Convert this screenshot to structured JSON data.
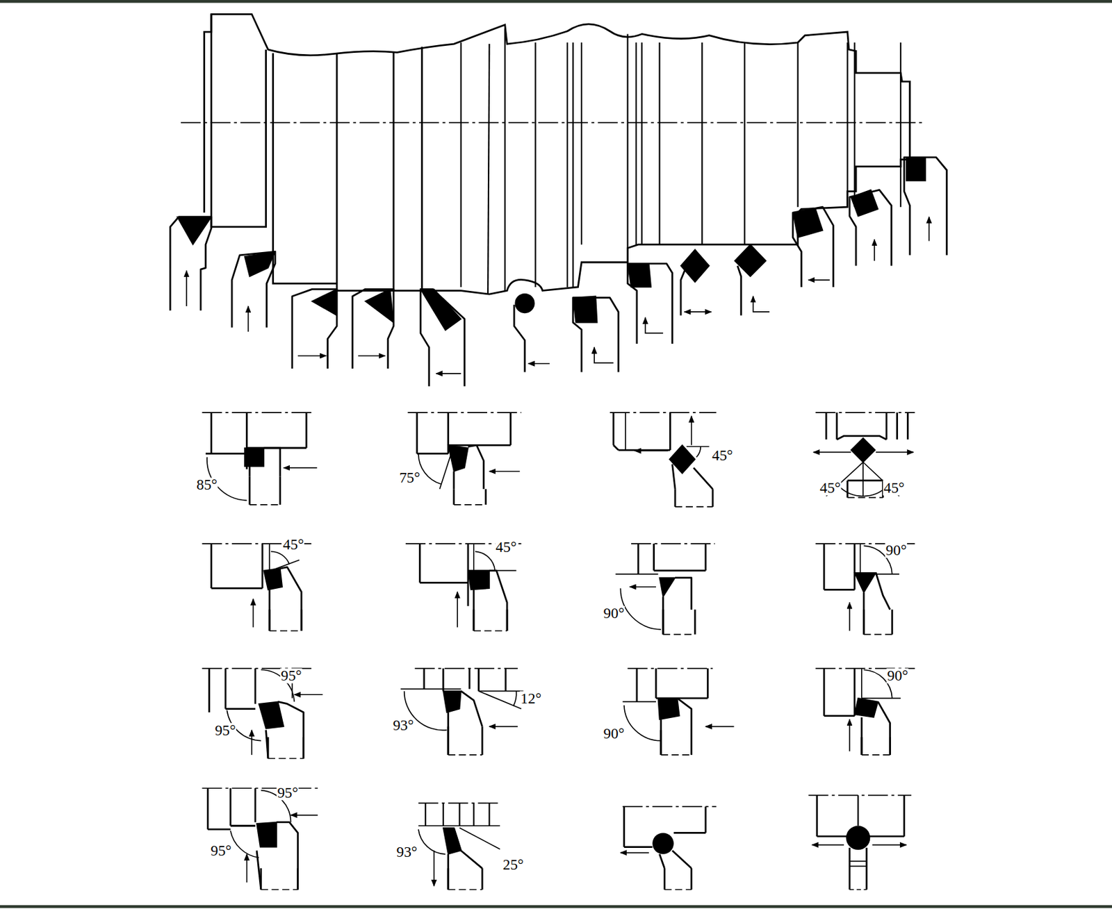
{
  "diagram": {
    "labels": [
      "85°",
      "75°",
      "45°",
      "45°",
      "45°",
      "45°",
      "45°",
      "90°",
      "90°",
      "95°",
      "95°",
      "12°",
      "93°",
      "90°",
      "90°",
      "95°",
      "95°",
      "93°",
      "25°"
    ]
  }
}
